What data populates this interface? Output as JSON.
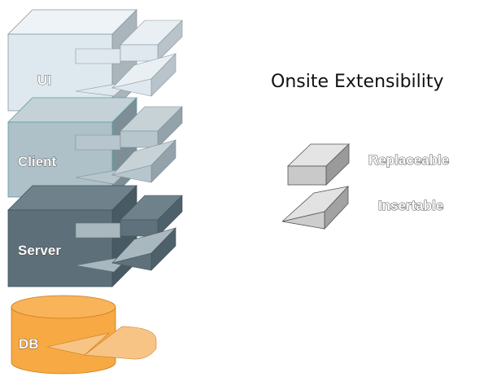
{
  "title": "Onsite Extensibility",
  "layers": [
    {
      "id": "ui",
      "label": "UI",
      "colors": {
        "front": "#dde8ef",
        "top": "#eef3f7",
        "side": "#a9b4bb",
        "plug_front": "#dfe8ee",
        "plug_top": "#e9eff3",
        "plug_side": "#b8c3ca",
        "stroke": "#8a979f"
      }
    },
    {
      "id": "client",
      "label": "Client",
      "colors": {
        "front": "#aec0c8",
        "top": "#c4d2d8",
        "side": "#7d8e96",
        "plug_front": "#b7c5cc",
        "plug_top": "#c7d2d7",
        "plug_side": "#94a3aa",
        "stroke": "#5f9ea3"
      }
    },
    {
      "id": "server",
      "label": "Server",
      "colors": {
        "front": "#5d707a",
        "top": "#6f828c",
        "side": "#485a63",
        "plug_front": "#5f727c",
        "plug_top": "#a9b7be",
        "plug_side": "#4e6069",
        "stroke": "#44545c"
      }
    },
    {
      "id": "db",
      "label": "DB",
      "colors": {
        "body": "#f7a944",
        "top": "#f9b45a",
        "wedge": "#f8c486",
        "stroke": "#c77c1c"
      }
    }
  ],
  "legend": [
    {
      "shape": "replaceable-block",
      "label": "Replaceable"
    },
    {
      "shape": "insertable-wedge",
      "label": "Insertable"
    }
  ]
}
